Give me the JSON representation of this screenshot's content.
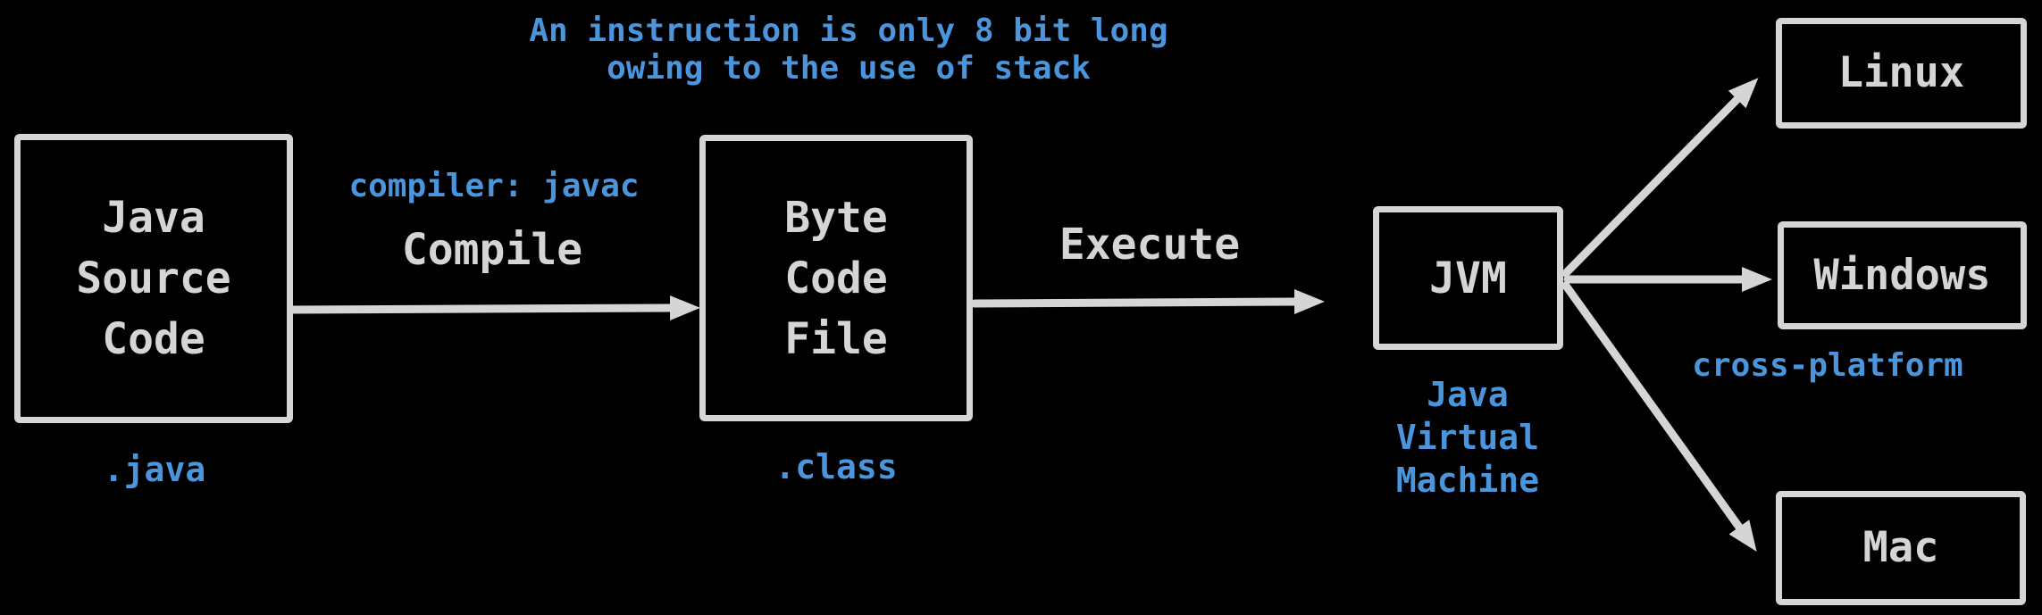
{
  "colors": {
    "bg": "#000000",
    "stroke": "#d5d5d5",
    "blue": "#4a95dc"
  },
  "note_top": {
    "line1": "An instruction is only 8 bit long",
    "line2": "owing to the use of stack"
  },
  "nodes": {
    "java_source": {
      "line1": "Java",
      "line2": "Source",
      "line3": "Code",
      "ext": ".java"
    },
    "byte_code": {
      "line1": "Byte",
      "line2": "Code",
      "line3": "File",
      "ext": ".class"
    },
    "jvm": {
      "label": "JVM",
      "sub1": "Java",
      "sub2": "Virtual",
      "sub3": "Machine"
    },
    "linux": {
      "label": "Linux"
    },
    "windows": {
      "label": "Windows"
    },
    "mac": {
      "label": "Mac"
    }
  },
  "edges": {
    "compile": {
      "label": "Compile",
      "annotation": "compiler: javac"
    },
    "execute": {
      "label": "Execute"
    },
    "fanout": {
      "annotation": "cross-platform"
    }
  },
  "arrow_names": {
    "compile": "compile-arrow",
    "execute": "execute-arrow",
    "jvm_linux": "jvm-to-linux-arrow",
    "jvm_windows": "jvm-to-windows-arrow",
    "jvm_mac": "jvm-to-mac-arrow"
  }
}
